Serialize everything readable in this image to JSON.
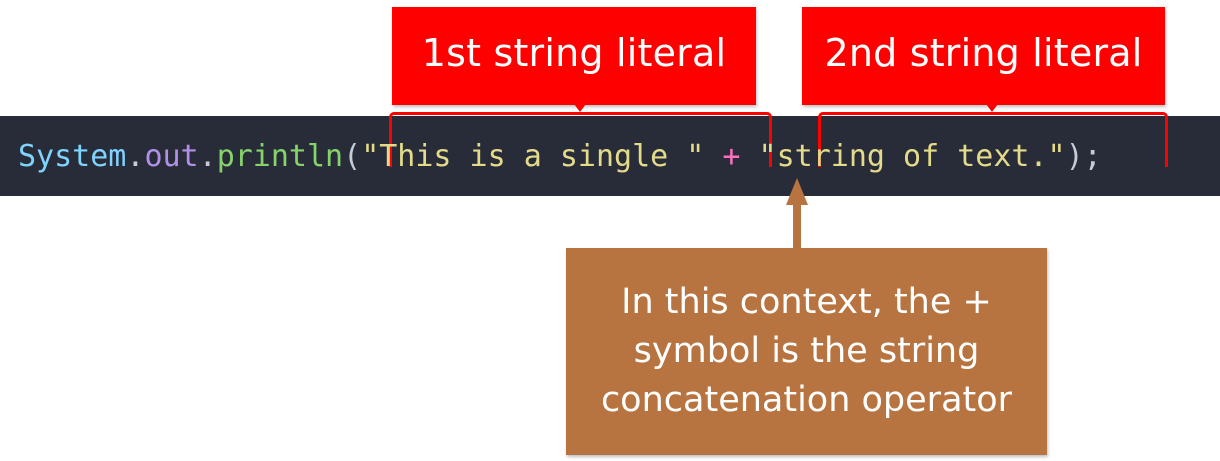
{
  "callouts": {
    "first": "1st string literal",
    "second": "2nd string literal"
  },
  "code": {
    "class_name": "System",
    "dot1": ".",
    "field": "out",
    "dot2": ".",
    "method": "println",
    "open_paren": "(",
    "string1": "\"This is a single \"",
    "space1": " ",
    "plus": "+",
    "space2": " ",
    "string2": "\"string of text.\"",
    "close": ");"
  },
  "note": {
    "lines": [
      "In this context, the +",
      "symbol is the string",
      "concatenation operator"
    ]
  },
  "colors": {
    "callout_bg": "#ff0000",
    "code_bg": "#282c38",
    "note_bg": "#b87440",
    "string": "#e4db8a",
    "plus": "#ff6fc1",
    "method": "#86d36a",
    "field": "#b290e8",
    "class": "#7fd3ff"
  }
}
